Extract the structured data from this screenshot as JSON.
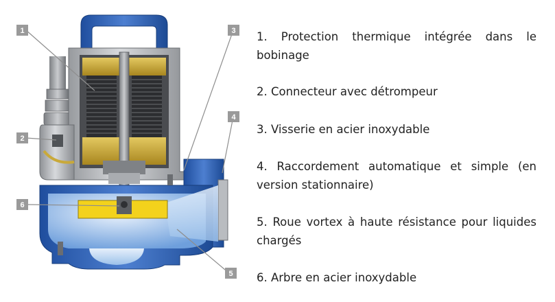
{
  "diagram": {
    "callouts": [
      "1",
      "2",
      "3",
      "4",
      "5",
      "6"
    ]
  },
  "legend": {
    "items": [
      "1. Protection thermique intégrée dans le bobinage",
      "2. Connecteur avec détrompeur",
      "3. Visserie en acier inoxydable",
      "4. Raccordement automatique et simple (en version stationnaire)",
      "5. Roue vortex à haute résistance pour liquides chargés",
      "6. Arbre en acier inoxydable"
    ]
  },
  "colors": {
    "pump_blue": "#2a5db0",
    "body_grey": "#b9bcc0",
    "winding_dark": "#3c3c3c",
    "brass": "#c9a93a",
    "impeller_yellow": "#f3d21c",
    "water_light": "#cfe3f7",
    "callout_grey": "#9a9a9a"
  }
}
